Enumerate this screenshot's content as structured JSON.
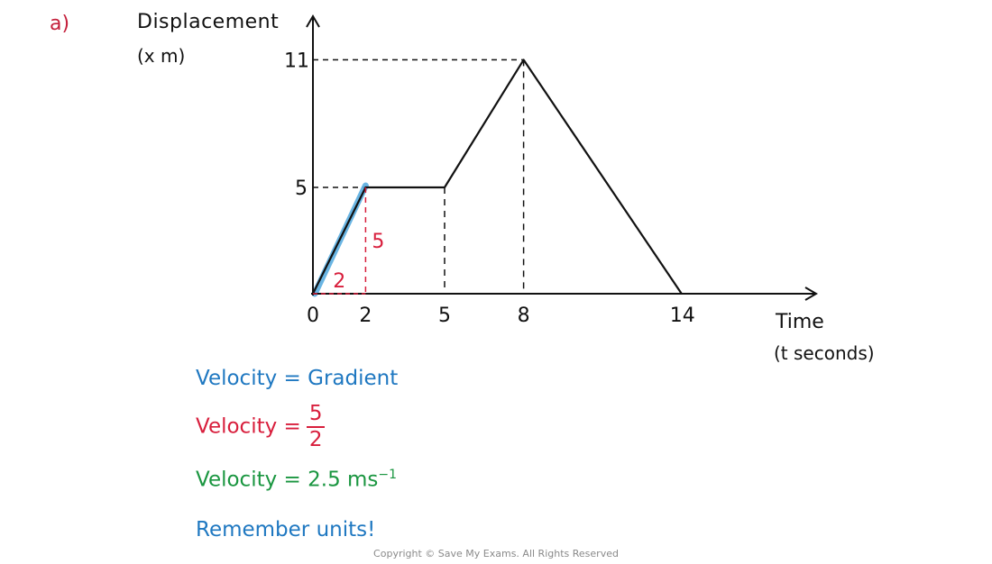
{
  "part_label": "a)",
  "colors": {
    "part_label": "#c41e3a",
    "gradient_highlight": "#5aaee0",
    "rise_run": "#d81e3c",
    "velocity_gradient": "#1f78c1",
    "velocity_fraction": "#d81e3c",
    "velocity_value": "#1a9640",
    "remember": "#1f78c1"
  },
  "chart_data": {
    "type": "line",
    "ylabel_line1": "Displacement",
    "ylabel_line2": "(x m)",
    "xlabel_line1": "Time",
    "xlabel_line2": "(t seconds)",
    "x_ticks": [
      "0",
      "2",
      "5",
      "8",
      "14"
    ],
    "y_ticks": [
      "5",
      "11"
    ],
    "points": [
      {
        "t": 0,
        "x": 0
      },
      {
        "t": 2,
        "x": 5
      },
      {
        "t": 5,
        "x": 5
      },
      {
        "t": 8,
        "x": 11
      },
      {
        "t": 14,
        "x": 0
      }
    ],
    "highlight_segment": {
      "from_t": 0,
      "to_t": 2
    },
    "rise_label": "5",
    "run_label": "2"
  },
  "equations": {
    "line1": "Velocity = Gradient",
    "line2_prefix": "Velocity =",
    "line2_numerator": "5",
    "line2_denominator": "2",
    "line3_prefix": "Velocity = 2.5 ms",
    "line3_exponent": "−1",
    "reminder": "Remember units!"
  },
  "copyright": "Copyright © Save My Exams. All Rights Reserved"
}
